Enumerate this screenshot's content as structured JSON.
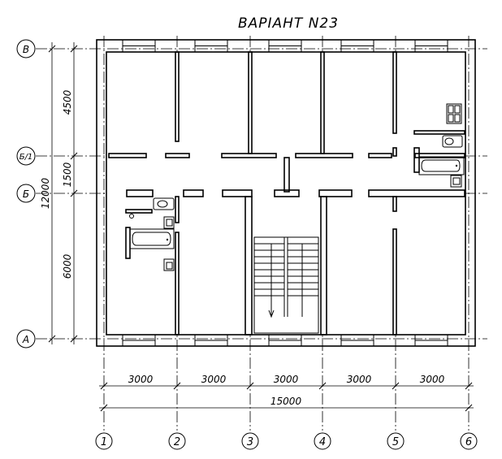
{
  "title": "ВАРІАНТ N23",
  "axes_vertical": [
    "1",
    "2",
    "3",
    "4",
    "5",
    "6"
  ],
  "axes_horizontal": [
    "В",
    "Б/1",
    "Б",
    "А"
  ],
  "dimensions": {
    "bay_widths": [
      "3000",
      "3000",
      "3000",
      "3000",
      "3000"
    ],
    "overall_width": "15000",
    "left_outer": "12000",
    "left_segments": [
      "4500",
      "1500",
      "6000"
    ]
  }
}
